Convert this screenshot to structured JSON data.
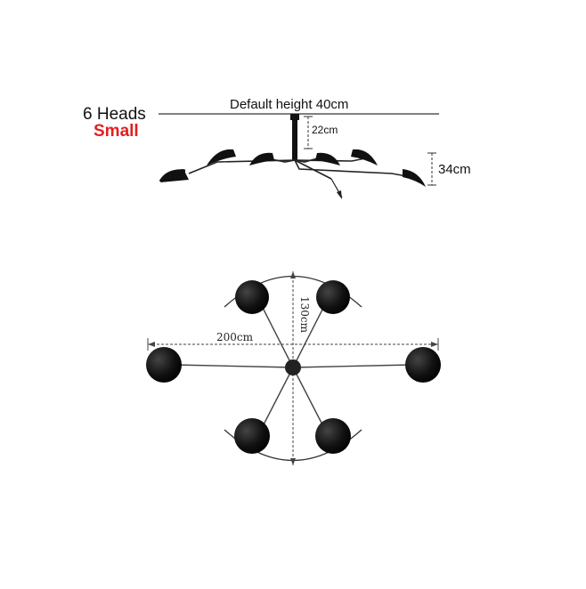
{
  "product": {
    "heads_label": "6 Heads",
    "size_label": "Small"
  },
  "side_view": {
    "default_height_label": "Default height 40cm",
    "drop_label": "22cm",
    "head_height_label": "34cm"
  },
  "top_view": {
    "width_label": "200cm",
    "depth_label": "130cm"
  },
  "colors": {
    "text": "#111111",
    "accent": "#e02020",
    "lamp": "#111111",
    "lines": "#555555"
  }
}
